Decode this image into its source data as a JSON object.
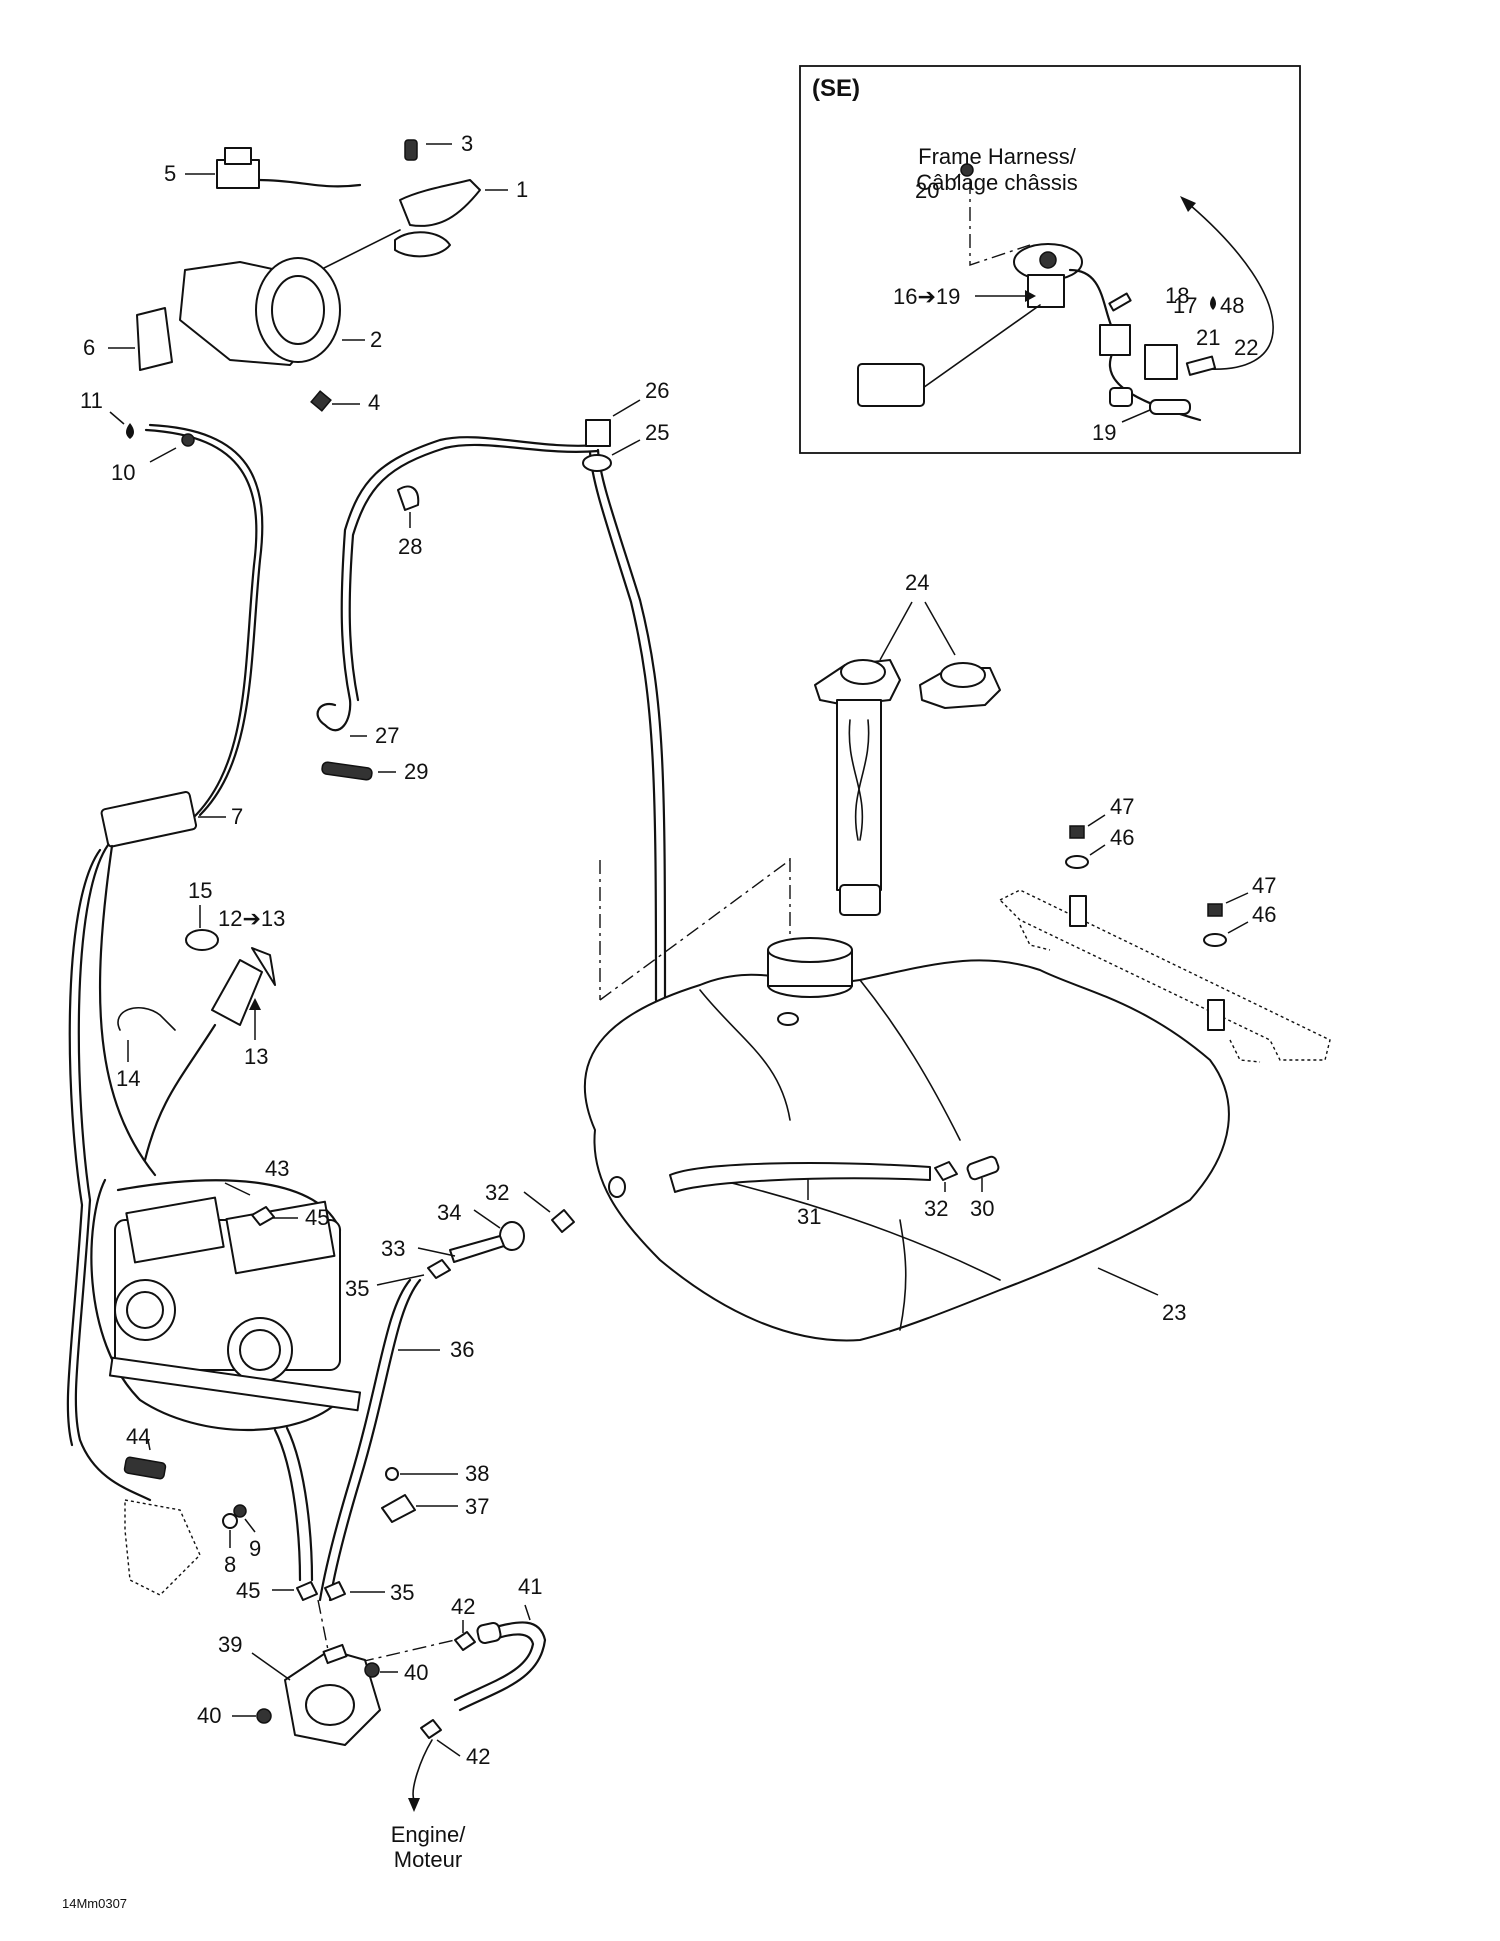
{
  "drawing_code": "14Mm0307",
  "inset": {
    "title": "(SE)",
    "frame_harness_en": "Frame Harness/",
    "frame_harness_fr": "Câblage châssis"
  },
  "engine_label": {
    "en": "Engine/",
    "fr": "Moteur"
  },
  "part_numbers": {
    "p1": "1",
    "p2": "2",
    "p3": "3",
    "p4": "4",
    "p5": "5",
    "p6": "6",
    "p7": "7",
    "p8": "8",
    "p9": "9",
    "p10": "10",
    "p11": "11",
    "p12_13": "12➔13",
    "p13": "13",
    "p14": "14",
    "p15": "15",
    "p16_19": "16➔19",
    "p17": "17",
    "p18": "18",
    "p19": "19",
    "p20": "20",
    "p21": "21",
    "p22": "22",
    "p23": "23",
    "p24": "24",
    "p25": "25",
    "p26": "26",
    "p27": "27",
    "p28": "28",
    "p29": "29",
    "p30": "30",
    "p31": "31",
    "p32": "32",
    "p33": "33",
    "p34": "34",
    "p35": "35",
    "p36": "36",
    "p37": "37",
    "p38": "38",
    "p39": "39",
    "p40": "40",
    "p41": "41",
    "p42": "42",
    "p43": "43",
    "p44": "44",
    "p45": "45",
    "p46": "46",
    "p47": "47",
    "p48": "48"
  }
}
